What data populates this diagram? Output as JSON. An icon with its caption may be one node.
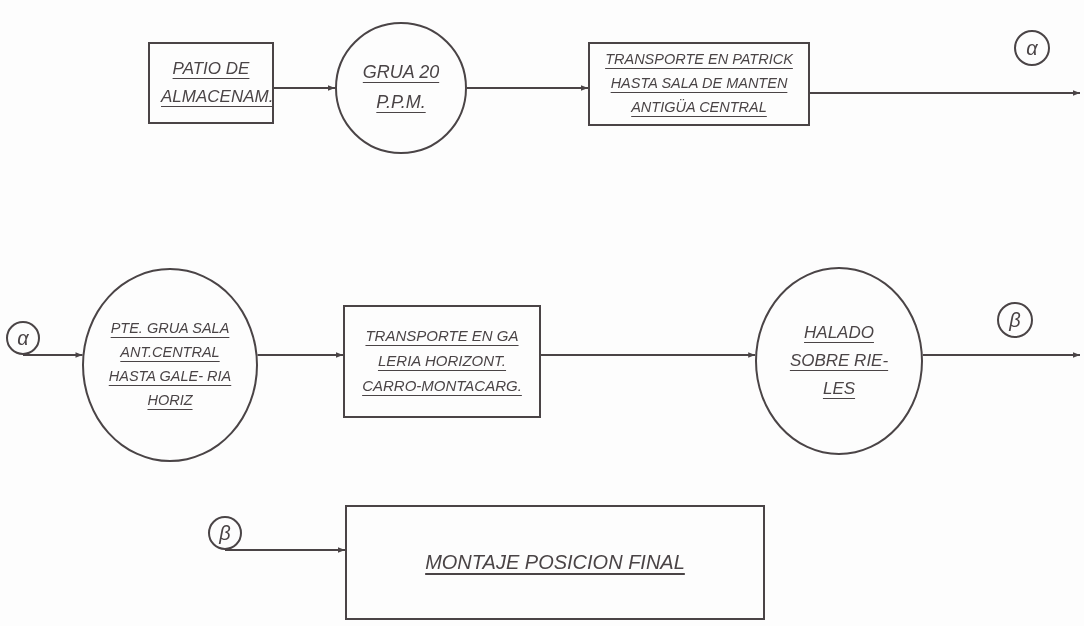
{
  "diagram": {
    "nodes": [
      {
        "text": [
          "PATIO DE ALMACENAM."
        ]
      },
      {
        "text": [
          "GRUA 20 P.P.M."
        ]
      },
      {
        "text": [
          "TRANSPORTE EN PATRICK HASTA SALA DE MANTEN ANTIGÜA CENTRAL"
        ]
      },
      {
        "text": [
          "α"
        ]
      },
      {
        "text": [
          "α"
        ]
      },
      {
        "text": [
          "PTE. GRUA SALA ANT.CENTRAL HASTA GALE- RIA HORIZ"
        ]
      },
      {
        "text": [
          "TRANSPORTE EN GA LERIA HORIZONT. CARRO-MONTACARG."
        ]
      },
      {
        "text": [
          "HALADO SOBRE RIE- LES"
        ]
      },
      {
        "text": [
          "β"
        ]
      },
      {
        "text": [
          "β"
        ]
      },
      {
        "text": [
          "MONTAJE POSICION FINAL"
        ]
      }
    ],
    "edges": [
      {
        "from": 0,
        "to": 1,
        "arrow": "to"
      },
      {
        "from": 1,
        "to": 2,
        "arrow": "to"
      },
      {
        "from": 2,
        "to": null,
        "arrow": "to"
      },
      {
        "from": 4,
        "to": 5,
        "arrow": "to"
      },
      {
        "from": 5,
        "to": 6,
        "arrow": "to"
      },
      {
        "from": 6,
        "to": 7,
        "arrow": "to"
      },
      {
        "from": 7,
        "to": null,
        "arrow": "to"
      },
      {
        "from": 9,
        "to": 10,
        "arrow": "to"
      }
    ]
  }
}
